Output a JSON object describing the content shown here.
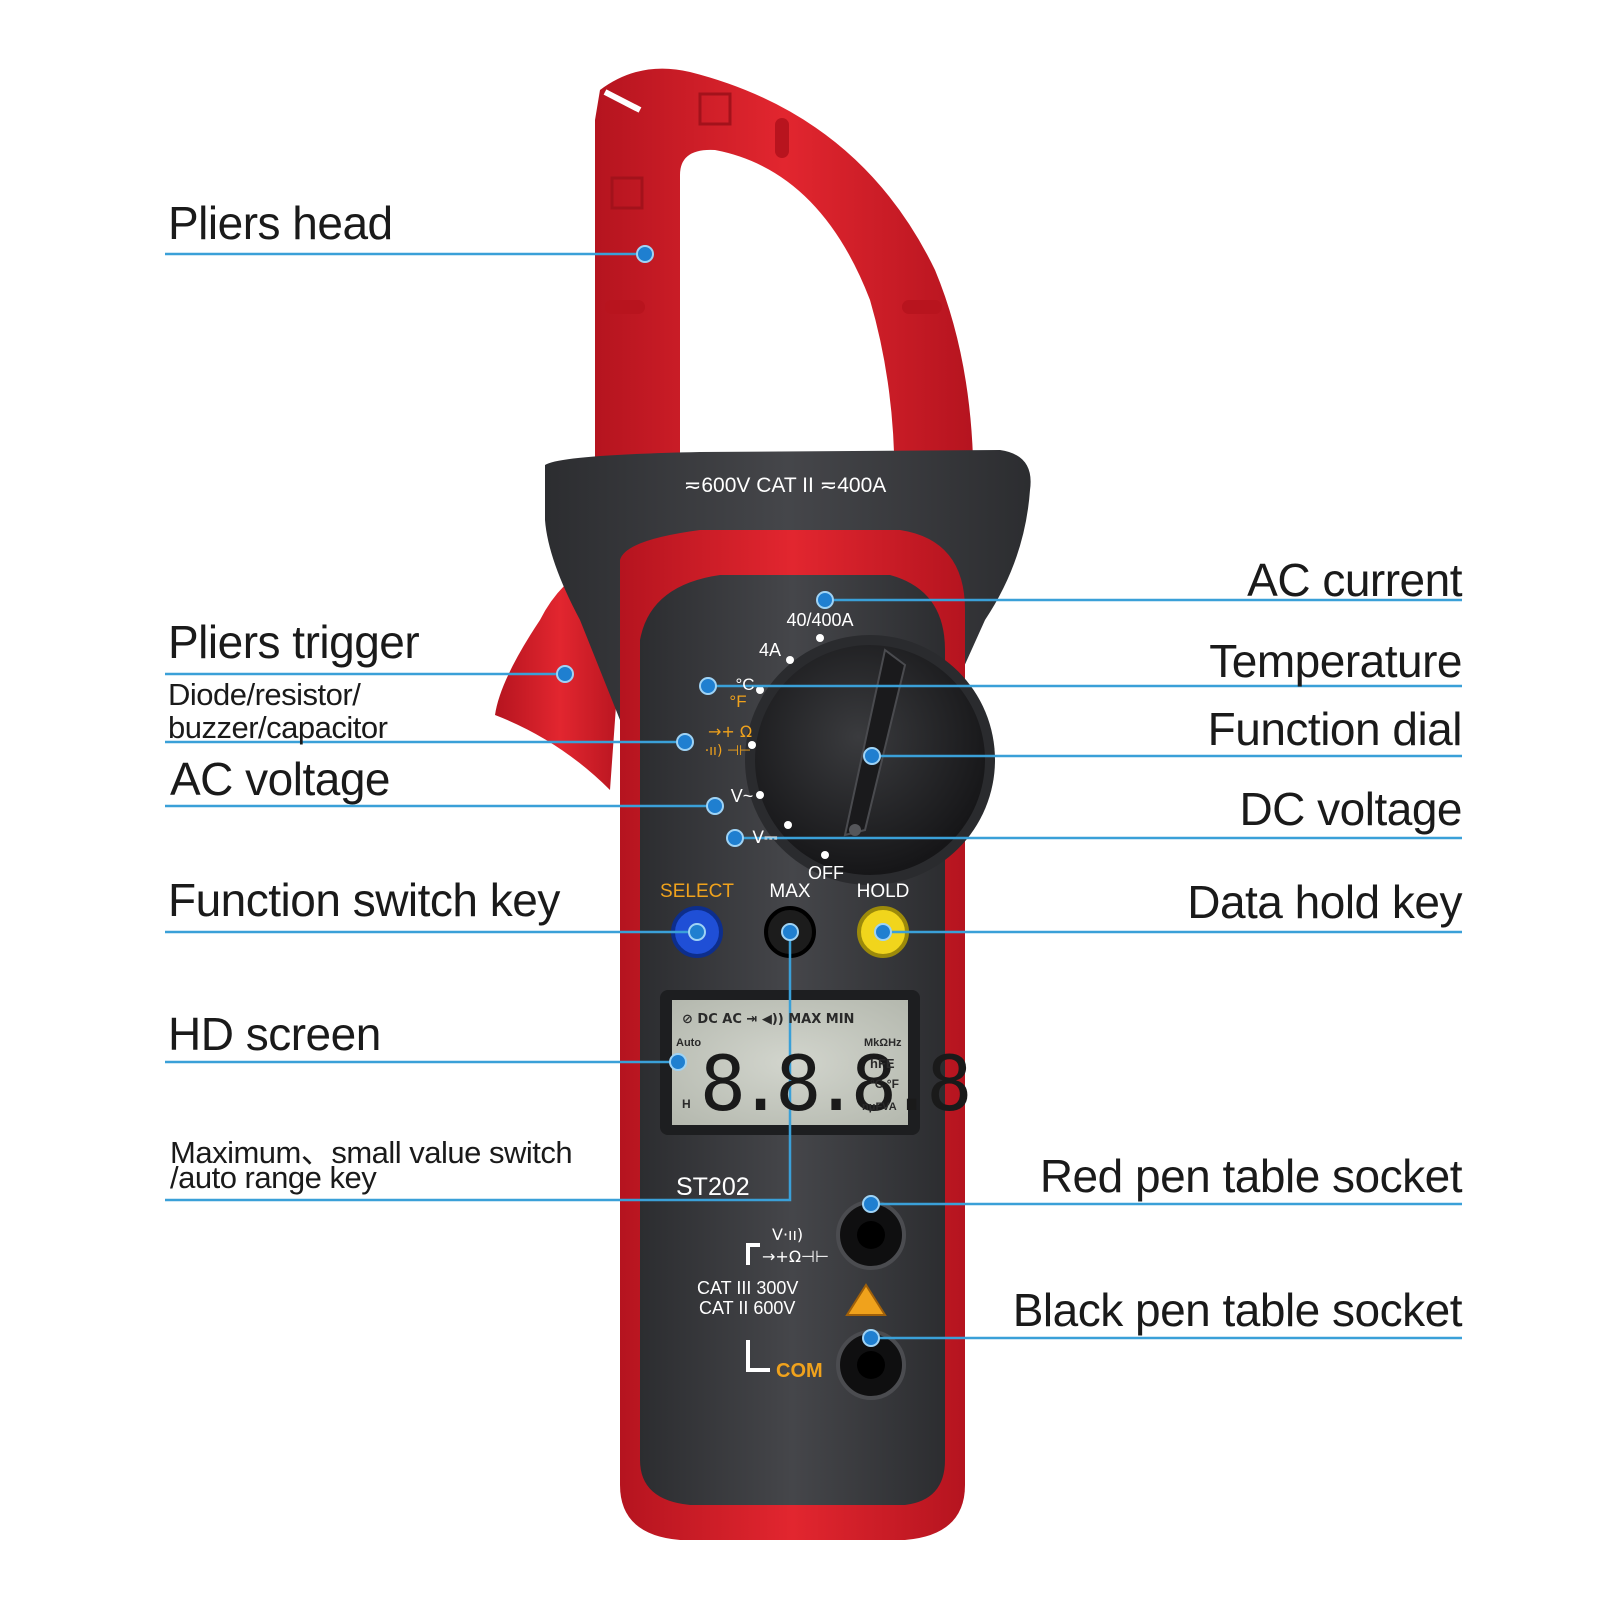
{
  "colors": {
    "body_red": "#d4202c",
    "body_dark": "#3a3b3e",
    "leader_line": "#3aa0d8",
    "leader_dot": "#1f7fd0",
    "select_button": "#1f4fd6",
    "max_button": "#1c1c1c",
    "hold_button": "#f1d51c",
    "lcd_bg": "#c9ccc4",
    "accent_orange": "#f0a21c"
  },
  "labels": {
    "left": {
      "pliers_head": "Pliers head",
      "pliers_trigger": "Pliers trigger",
      "diode_line1": "Diode/resistor/",
      "diode_line2": "buzzer/capacitor",
      "ac_voltage": "AC voltage",
      "function_switch_key": "Function switch key",
      "hd_screen": "HD screen",
      "max_line1": "Maximum、small value switch",
      "max_line2": "/auto range key"
    },
    "right": {
      "ac_current": "AC current",
      "temperature": "Temperature",
      "function_dial": "Function dial",
      "dc_voltage": "DC voltage",
      "data_hold_key": "Data hold key",
      "red_pen_socket": "Red pen table socket",
      "black_pen_socket": "Black pen table socket"
    }
  },
  "device": {
    "rating": "≂600V CAT II ≂400A",
    "dial": {
      "range_40_400a": "40/400A",
      "range_4a": "4A",
      "temp_c": "°C",
      "temp_f": "°F",
      "diode_sym": "→+ Ω",
      "buzzer_sym": "·ıı) ⊣⊢",
      "vac": "V~",
      "vdc": "V⎓",
      "off": "OFF"
    },
    "buttons": {
      "select": "SELECT",
      "max": "MAX",
      "hold": "HOLD"
    },
    "lcd": {
      "top_row": "⊘ DC AC ⇥ ◀)) MAX MIN",
      "auto": "Auto",
      "digits": "8.8.8.8",
      "units_1": "MkΩHz",
      "units_2": "hFE",
      "units_3": "°C °F",
      "units_4": "nμFVA",
      "hold_icon": "H"
    },
    "model": "ST202",
    "input_jack": {
      "line1": "V·ıı)",
      "line2": "→+Ω⊣⊢",
      "cat1": "CAT III 300V",
      "cat2": "CAT II 600V",
      "com": "COM"
    }
  }
}
